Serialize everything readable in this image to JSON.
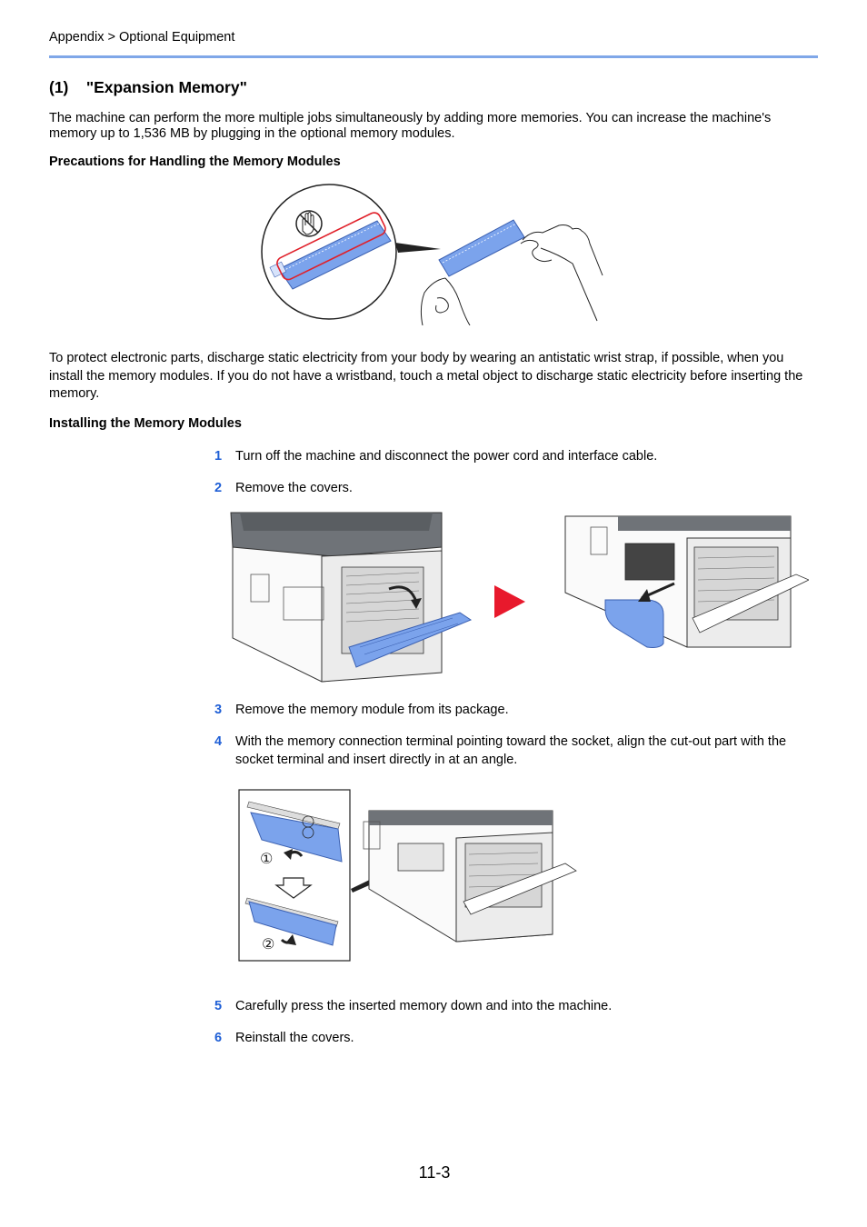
{
  "header": {
    "breadcrumb": "Appendix > Optional Equipment"
  },
  "section": {
    "title": "(1)    \"Expansion Memory\"",
    "intro": "The machine can perform the more multiple jobs simultaneously by adding more memories. You can increase the machine's memory up to 1,536 MB by plugging in the optional memory modules.",
    "precautions_heading": "Precautions for Handling the Memory Modules",
    "precautions_text": "To protect electronic parts, discharge static electricity from your body by wearing an antistatic wrist strap, if possible, when you install the memory modules. If you do not have a wristband, touch a metal object to discharge static electricity before inserting the memory.",
    "install_heading": "Installing the Memory Modules"
  },
  "steps": [
    {
      "num": "1",
      "text": "Turn off the machine and disconnect the power cord and interface cable."
    },
    {
      "num": "2",
      "text": "Remove the covers."
    },
    {
      "num": "3",
      "text": "Remove the memory module from its package."
    },
    {
      "num": "4",
      "text": "With the memory connection terminal pointing toward the socket, align the cut-out part with the socket terminal and insert directly in at an angle."
    },
    {
      "num": "5",
      "text": "Carefully press the inserted memory down and into the machine."
    },
    {
      "num": "6",
      "text": "Reinstall the covers."
    }
  ],
  "figure_labels": {
    "callout_1": "①",
    "callout_2": "②"
  },
  "footer": {
    "page_number": "11-3"
  },
  "colors": {
    "accent_blue": "#1f5fd6",
    "rule_blue": "#7fa7e8",
    "module_blue": "#7ba3ec",
    "arrow_red": "#e8192c",
    "caution_red": "#e0202a"
  }
}
